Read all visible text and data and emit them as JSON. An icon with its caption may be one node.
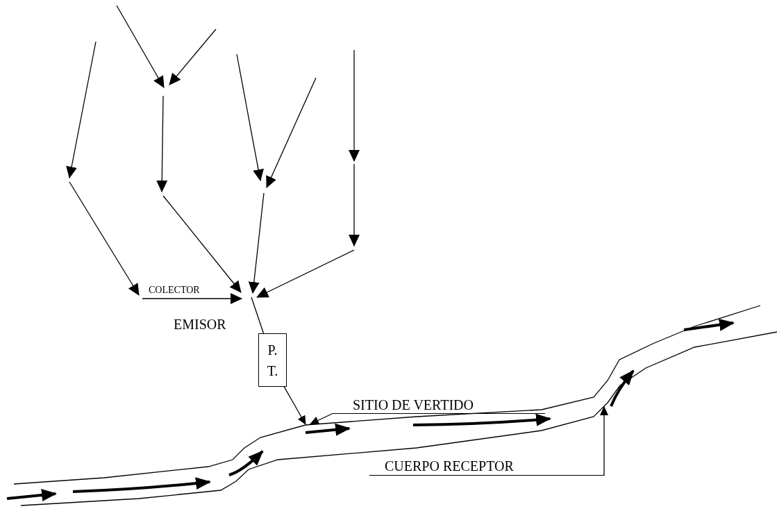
{
  "diagram": {
    "nodes": [
      {
        "text": [
          "P. T."
        ]
      },
      {
        "text": [
          "SITIO DE VERTIDO"
        ]
      },
      {
        "text": [
          "CUERPO RECEPTOR"
        ]
      },
      {
        "text": [],
        "shape": "picture"
      }
    ],
    "edges": [
      {
        "from": 3,
        "to": 0,
        "arrow": "none",
        "label": "EMISOR"
      },
      {
        "from": 0,
        "to": null,
        "arrow": "to"
      },
      {
        "from": 1,
        "to": null,
        "arrow": "to"
      },
      {
        "from": 2,
        "to": null,
        "arrow": "to"
      }
    ],
    "labels": [
      "COLECTOR"
    ]
  }
}
